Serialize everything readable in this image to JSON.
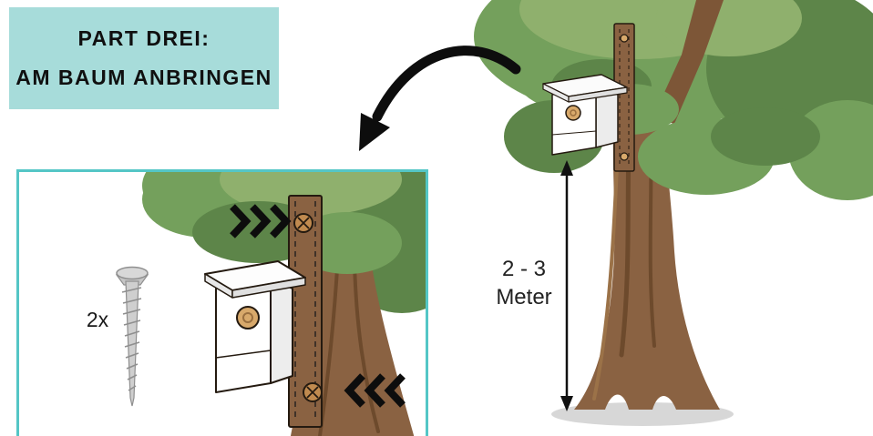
{
  "title_box": {
    "line1": "PART DREI:",
    "line2": "AM BAUM ANBRINGEN"
  },
  "measurement": {
    "value": "2 - 3",
    "unit": "Meter"
  },
  "detail_box": {
    "screw_quantity": "2x"
  },
  "icons": {
    "triple_chevron_right": "❯❯❯",
    "triple_chevron_left": "❮❮❮",
    "curved_arrow": "➥",
    "height_measure_arrow": "↕"
  },
  "colors": {
    "teal_panel": "#a7dcda",
    "teal_border": "#54c6c6",
    "foliage_base": "#74a05c",
    "foliage_dark": "#5d8549",
    "foliage_light": "#8fb06d",
    "trunk_brown": "#8a6242",
    "trunk_dark": "#6d4a2c",
    "trunk_highlight": "#9b7248",
    "batten_brown": "#8a6242",
    "screw_bronze": "#c08a4f",
    "entry_hole_tan": "#d8a96b",
    "outline_black": "#241a10",
    "arrow_black": "#0d0d0d",
    "shadow_gray": "#d7d7d7",
    "metal_gray": "#cfcfcf"
  }
}
